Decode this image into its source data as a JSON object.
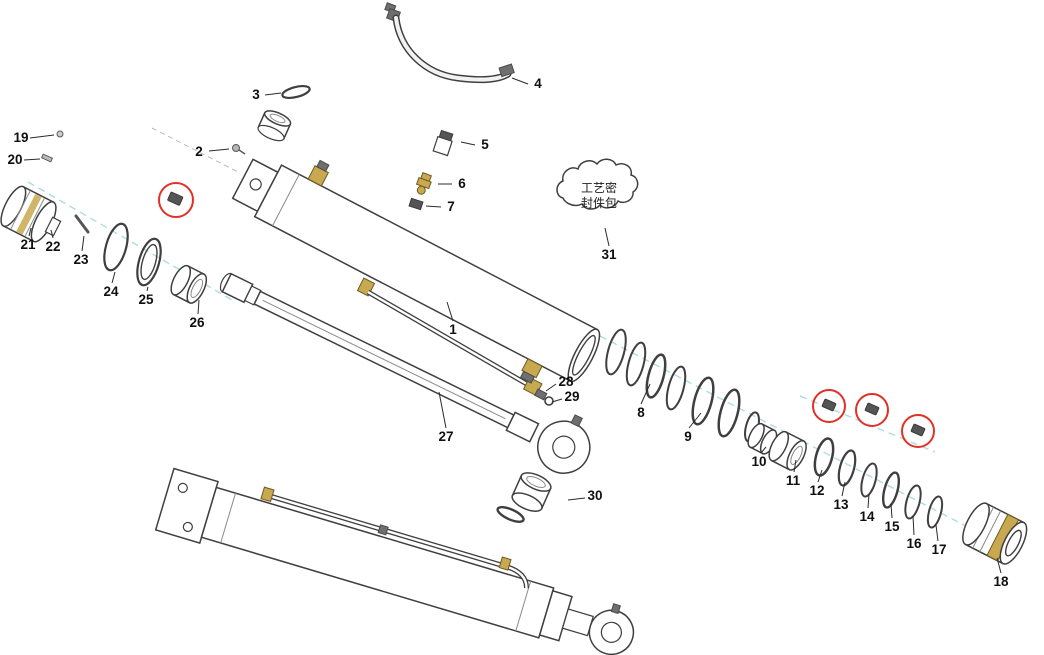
{
  "parts": [
    "1",
    "2",
    "3",
    "4",
    "5",
    "6",
    "7",
    "8",
    "9",
    "10",
    "11",
    "12",
    "13",
    "14",
    "15",
    "16",
    "17",
    "18",
    "19",
    "20",
    "21",
    "22",
    "23",
    "24",
    "25",
    "26",
    "27",
    "28",
    "29",
    "30",
    "31"
  ],
  "cloud": {
    "line1": "工艺密",
    "line2": "封件包"
  },
  "colors": {
    "highlight": "#e03127",
    "gold": "#c9a94f",
    "guide": "#9fd6e0"
  }
}
